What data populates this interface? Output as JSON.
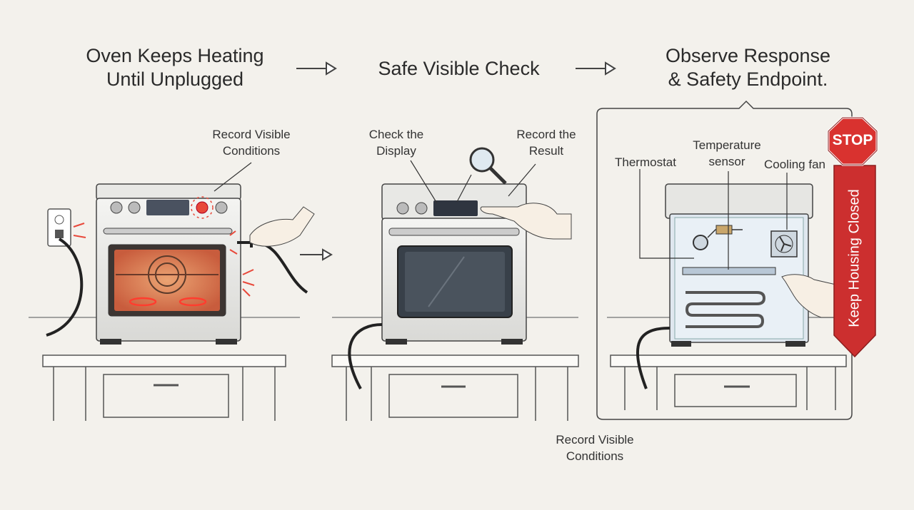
{
  "steps": [
    {
      "title": "Oven Keeps Heating\nUntil Unplugged",
      "note": "Record Visible\nConditions"
    },
    {
      "title": "Safe Visible Check",
      "note_left": "Check the\nDisplay",
      "note_right": "Record the\nResult"
    },
    {
      "title": "Observe Response\n& Safety Endpoint."
    }
  ],
  "components": {
    "thermostat": "Thermostat",
    "sensor": "Temperature\nsensor",
    "fan": "Cooling fan"
  },
  "stop_sign": "STOP",
  "banner": "Keep Housing Closed",
  "bottom_note": "Record Visible\nConditions",
  "colors": {
    "heat": "#e8483a",
    "stop": "#cc2f2f",
    "line": "#3a3a3a",
    "panel": "#dfe7ef"
  }
}
